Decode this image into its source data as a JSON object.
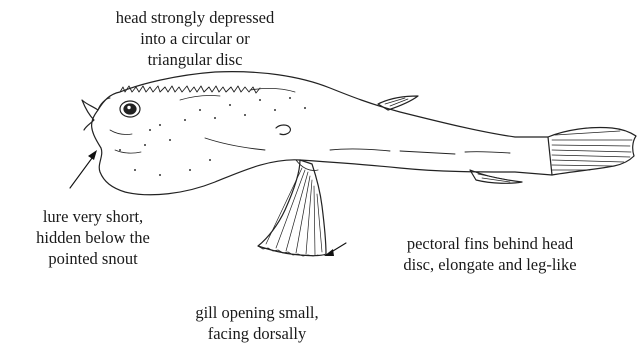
{
  "labels": {
    "head": [
      "head strongly depressed",
      "into a circular or",
      "triangular disc"
    ],
    "lure": [
      "lure very short,",
      "hidden below the",
      "pointed snout"
    ],
    "pectoral": [
      "pectoral fins behind head",
      "disc, elongate and leg-like"
    ],
    "gill": [
      "gill opening small,",
      "facing dorsally"
    ]
  }
}
